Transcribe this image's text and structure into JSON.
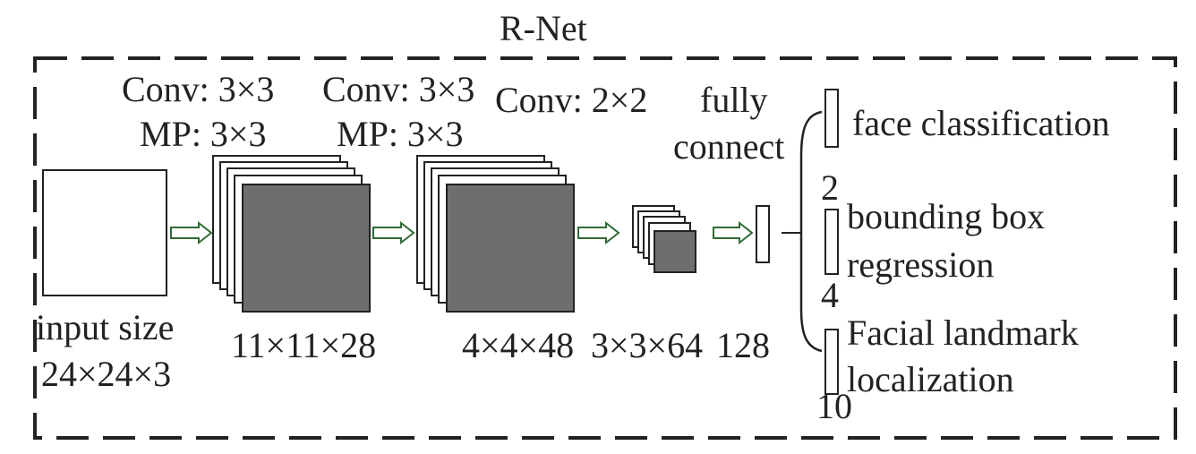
{
  "title": "R-Net",
  "input": {
    "label_line1": "input size",
    "label_line2": "24×24×3"
  },
  "layer1": {
    "op_line1": "Conv: 3×3",
    "op_line2": "MP: 3×3",
    "size": "11×11×28"
  },
  "layer2": {
    "op_line1": "Conv: 3×3",
    "op_line2": "MP: 3×3",
    "size": "4×4×48"
  },
  "layer3": {
    "op_line1": "Conv: 2×2",
    "size": "3×3×64"
  },
  "fc": {
    "label_line1": "fully",
    "label_line2": "connect",
    "size": "128"
  },
  "outputs": [
    {
      "name": "face classification",
      "size": "2"
    },
    {
      "name_line1": "bounding box",
      "name_line2": "regression",
      "size": "4"
    },
    {
      "name_line1": "Facial landmark",
      "name_line2": "localization",
      "size": "10"
    }
  ],
  "colors": {
    "border": "#222222",
    "feature_map_fill": "#6e6e6e",
    "stack_fill": "#ffffff",
    "arrow_stroke": "#2f6b35",
    "arrow_fill": "#ffffff"
  }
}
